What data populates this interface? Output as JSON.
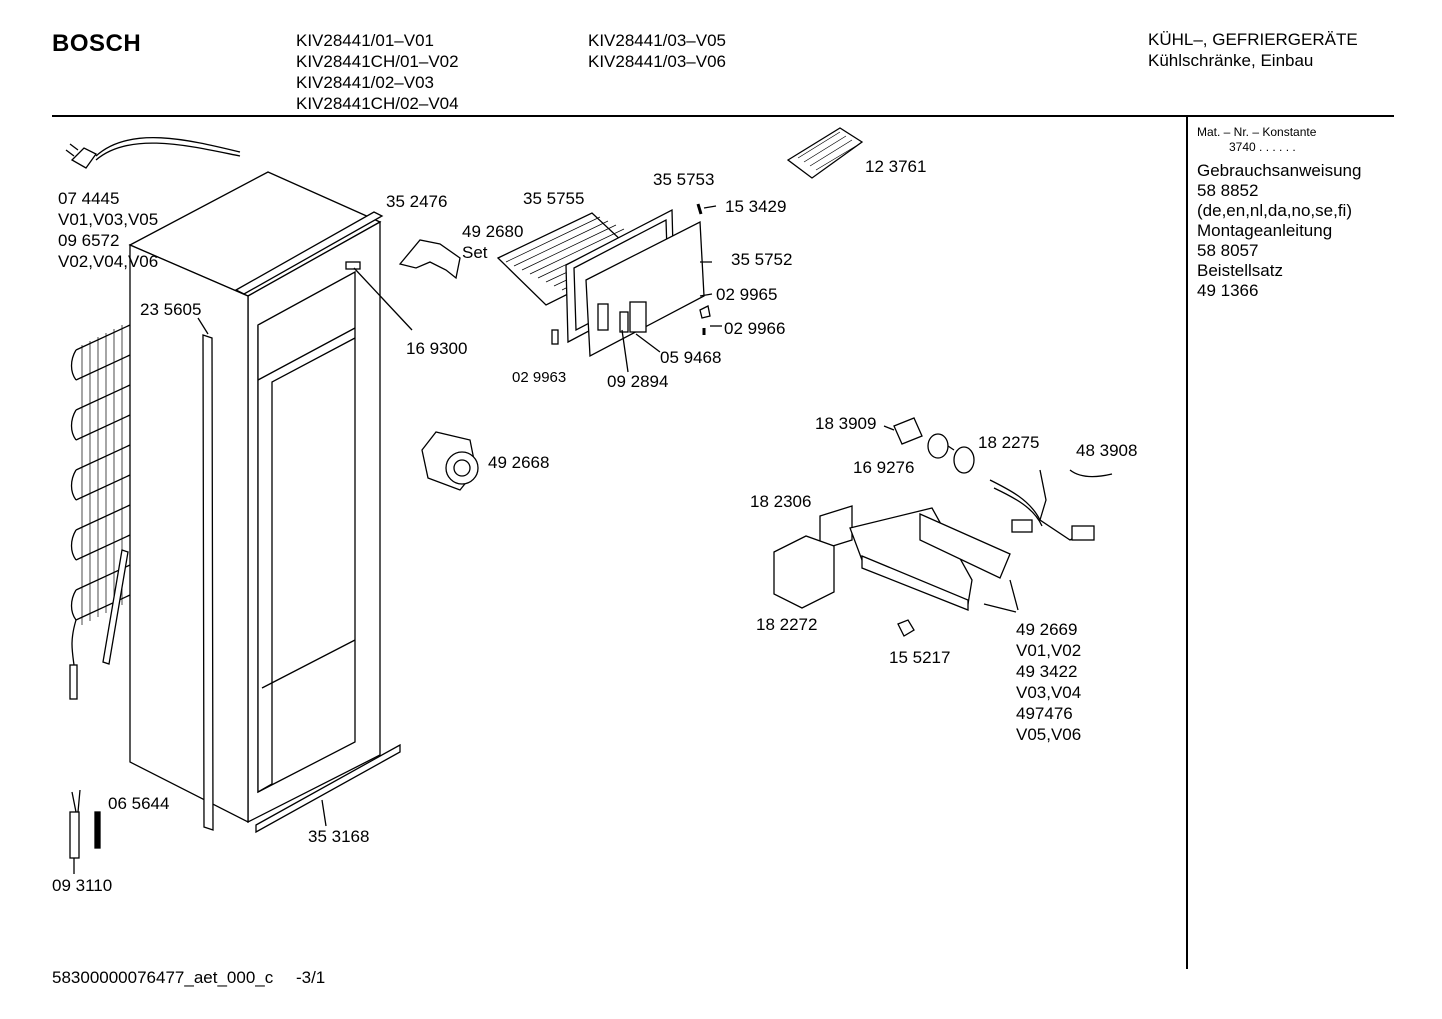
{
  "header": {
    "brand": "BOSCH",
    "models_col1": [
      "KIV28441/01–V01",
      "KIV28441CH/01–V02",
      "KIV28441/02–V03",
      "KIV28441CH/02–V04"
    ],
    "models_col2": [
      "KIV28441/03–V05",
      "KIV28441/03–V06"
    ],
    "category": [
      "KÜHL–, GEFRIERGERÄTE",
      "Kühlschränke, Einbau"
    ]
  },
  "sidebar": {
    "mat_label": "Mat. – Nr. – Konstante",
    "mat_value": "3740 . . . . . .",
    "items": [
      "Gebrauchsanweisung",
      "58 8852",
      "(de,en,nl,da,no,se,fi)",
      "Montageanleitung",
      "58 8057",
      "Beistellsatz",
      "49 1366"
    ]
  },
  "parts": {
    "p074445": "07 4445",
    "p074445_var1": "V01,V03,V05",
    "p096572": "09 6572",
    "p096572_var": "V02,V04,V06",
    "p235605": "23 5605",
    "p352476": "35 2476",
    "p355755": "35 5755",
    "p355753": "35 5753",
    "p123761": "12 3761",
    "p153429": "15 3429",
    "p492680": "49 2680",
    "p492680_set": "Set",
    "p355752": "35 5752",
    "p029965": "02 9965",
    "p029966": "02 9966",
    "p169300": "16 9300",
    "p059468": "05 9468",
    "p029963": "02 9963",
    "p092894": "09 2894",
    "p183909": "18 3909",
    "p182275": "18 2275",
    "p483908": "48 3908",
    "p169276": "16 9276",
    "p492668": "49 2668",
    "p182306": "18 2306",
    "p182272": "18 2272",
    "p155217": "15 5217",
    "p492669_lines": [
      "49 2669",
      "V01,V02",
      "49 3422",
      "V03,V04",
      "497476",
      "V05,V06"
    ],
    "p065644": "06 5644",
    "p353168": "35 3168",
    "p093110": "09 3110"
  },
  "footer": {
    "doc_id": "58300000076477_aet_000_c",
    "page": "-3/1"
  }
}
